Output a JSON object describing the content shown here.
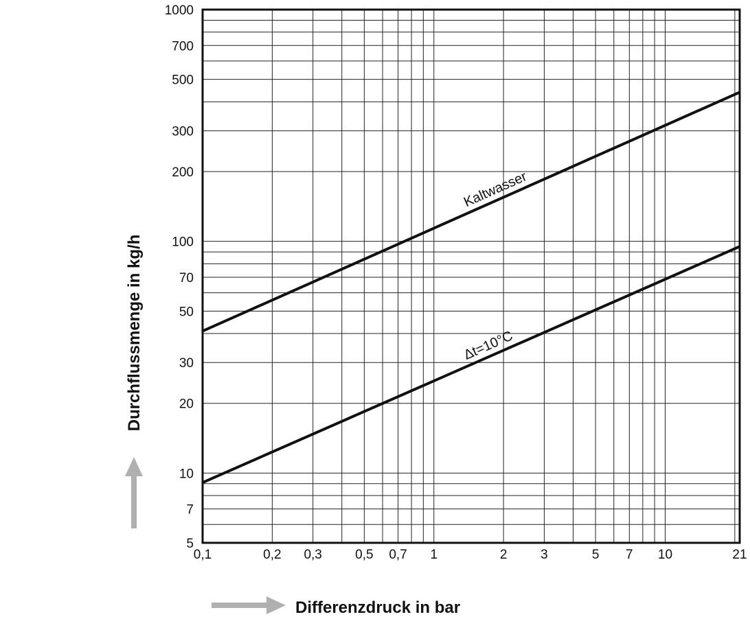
{
  "chart_data": {
    "type": "line",
    "title": "",
    "xlabel": "Differenzdruck in bar",
    "ylabel": "Durchflussmenge in kg/h",
    "x_scale": "log",
    "y_scale": "log",
    "xlim": [
      0.1,
      21
    ],
    "ylim": [
      5,
      1000
    ],
    "grid": true,
    "legend": "none",
    "x_ticks": [
      {
        "value": 0.1,
        "label": "0,1"
      },
      {
        "value": 0.2,
        "label": "0,2"
      },
      {
        "value": 0.3,
        "label": "0,3"
      },
      {
        "value": 0.5,
        "label": "0,5"
      },
      {
        "value": 0.7,
        "label": "0,7"
      },
      {
        "value": 1,
        "label": "1"
      },
      {
        "value": 2,
        "label": "2"
      },
      {
        "value": 3,
        "label": "3"
      },
      {
        "value": 5,
        "label": "5"
      },
      {
        "value": 7,
        "label": "7"
      },
      {
        "value": 10,
        "label": "10"
      },
      {
        "value": 21,
        "label": "21"
      }
    ],
    "y_ticks": [
      {
        "value": 5,
        "label": "5"
      },
      {
        "value": 7,
        "label": "7"
      },
      {
        "value": 10,
        "label": "10"
      },
      {
        "value": 20,
        "label": "20"
      },
      {
        "value": 30,
        "label": "30"
      },
      {
        "value": 50,
        "label": "50"
      },
      {
        "value": 70,
        "label": "70"
      },
      {
        "value": 100,
        "label": "100"
      },
      {
        "value": 200,
        "label": "200"
      },
      {
        "value": 300,
        "label": "300"
      },
      {
        "value": 500,
        "label": "500"
      },
      {
        "value": 700,
        "label": "700"
      },
      {
        "value": 1000,
        "label": "1000"
      }
    ],
    "x_grid": [
      0.1,
      0.2,
      0.3,
      0.4,
      0.5,
      0.6,
      0.7,
      0.8,
      0.9,
      1,
      2,
      3,
      4,
      5,
      6,
      7,
      8,
      9,
      10,
      20,
      21
    ],
    "y_grid": [
      5,
      6,
      7,
      8,
      9,
      10,
      20,
      30,
      40,
      50,
      60,
      70,
      80,
      90,
      100,
      200,
      300,
      400,
      500,
      600,
      700,
      800,
      900,
      1000
    ],
    "series": [
      {
        "name": "Kaltwasser",
        "x": [
          0.1,
          21
        ],
        "y": [
          41,
          440
        ],
        "label_at_x": 0.34
      },
      {
        "name": "Δt=10°C",
        "x": [
          0.1,
          21
        ],
        "y": [
          9.1,
          95
        ],
        "label_at_x": 0.34
      }
    ],
    "colors": {
      "line": "#111111",
      "grid": "#222222",
      "arrow": "#b0b0b0"
    }
  }
}
